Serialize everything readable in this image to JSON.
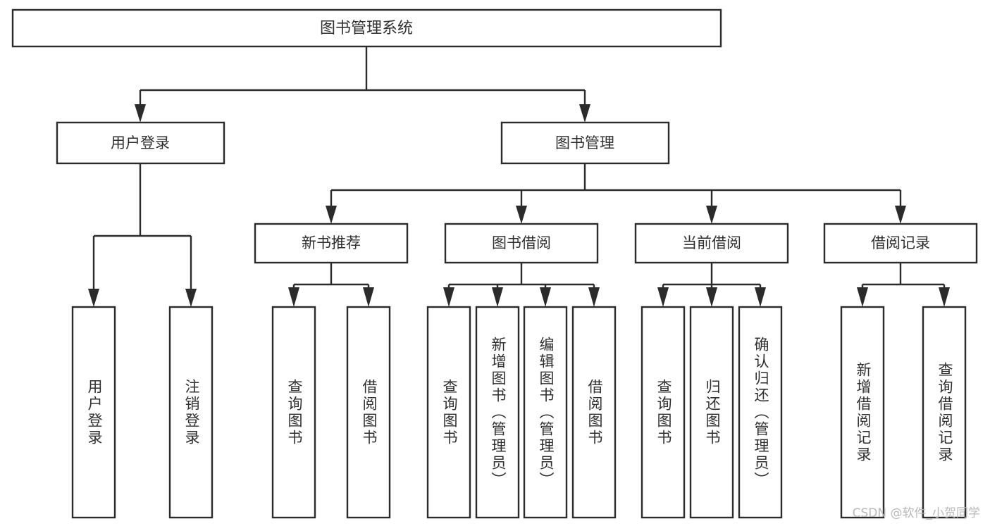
{
  "diagram": {
    "title": "图书管理系统",
    "type": "hierarchy-tree",
    "watermark": "CSDN @软件_小贺同学",
    "colors": {
      "stroke": "#2b2b2b",
      "fill": "#ffffff",
      "text": "#2f2f2f",
      "watermark": "#b9b9b9",
      "background": "#ffffff"
    },
    "root": {
      "id": "root",
      "label": "图书管理系统"
    },
    "level2": [
      {
        "id": "user-login",
        "label": "用户登录"
      },
      {
        "id": "book-manage",
        "label": "图书管理"
      }
    ],
    "level3": [
      {
        "id": "new-book-recommend",
        "label": "新书推荐",
        "parent": "book-manage"
      },
      {
        "id": "book-borrow",
        "label": "图书借阅",
        "parent": "book-manage"
      },
      {
        "id": "current-borrow",
        "label": "当前借阅",
        "parent": "book-manage"
      },
      {
        "id": "borrow-record",
        "label": "借阅记录",
        "parent": "book-manage"
      }
    ],
    "leaves": [
      {
        "id": "leaf-user-login",
        "label": "用户登录",
        "parent": "user-login"
      },
      {
        "id": "leaf-user-logout",
        "label": "注销登录",
        "parent": "user-login"
      },
      {
        "id": "leaf-query-book-1",
        "label": "查询图书",
        "parent": "new-book-recommend"
      },
      {
        "id": "leaf-borrow-book-1",
        "label": "借阅图书",
        "parent": "new-book-recommend"
      },
      {
        "id": "leaf-query-book-2",
        "label": "查询图书",
        "parent": "book-borrow"
      },
      {
        "id": "leaf-add-book",
        "label": "新增图书（管理员）",
        "parent": "book-borrow"
      },
      {
        "id": "leaf-edit-book",
        "label": "编辑图书（管理员）",
        "parent": "book-borrow"
      },
      {
        "id": "leaf-borrow-book-2",
        "label": "借阅图书",
        "parent": "book-borrow"
      },
      {
        "id": "leaf-query-book-3",
        "label": "查询图书",
        "parent": "current-borrow"
      },
      {
        "id": "leaf-return-book",
        "label": "归还图书",
        "parent": "current-borrow"
      },
      {
        "id": "leaf-confirm-return",
        "label": "确认归还（管理员）",
        "parent": "current-borrow"
      },
      {
        "id": "leaf-add-record",
        "label": "新增借阅记录",
        "parent": "borrow-record"
      },
      {
        "id": "leaf-query-record",
        "label": "查询借阅记录",
        "parent": "borrow-record"
      }
    ]
  }
}
